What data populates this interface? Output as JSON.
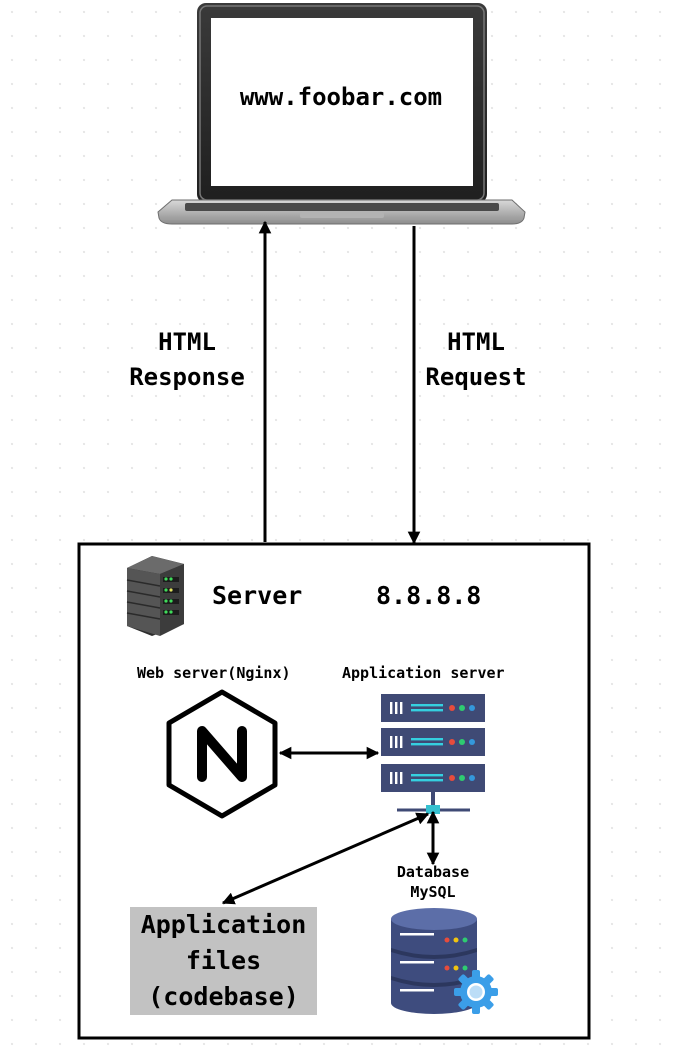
{
  "laptop": {
    "url": "www.foobar.com"
  },
  "arrows": {
    "response_label": "HTML\nResponse",
    "request_label": "HTML\nRequest"
  },
  "server": {
    "title": "Server",
    "ip": "8.8.8.8",
    "web_server_label": "Web server(Nginx)",
    "app_server_label": "Application server",
    "database_label": "Database\nMySQL",
    "files_label": "Application\nfiles\n(codebase)"
  },
  "icons": [
    "laptop-icon",
    "server-rack-icon",
    "nginx-logo-icon",
    "app-server-stack-icon",
    "database-icon",
    "gear-icon"
  ],
  "colors": {
    "app_server_unit": "#3f4a75",
    "database_body": "#3e4c7e",
    "gear": "#3b9ee8",
    "files_box": "#c2c2c2"
  }
}
